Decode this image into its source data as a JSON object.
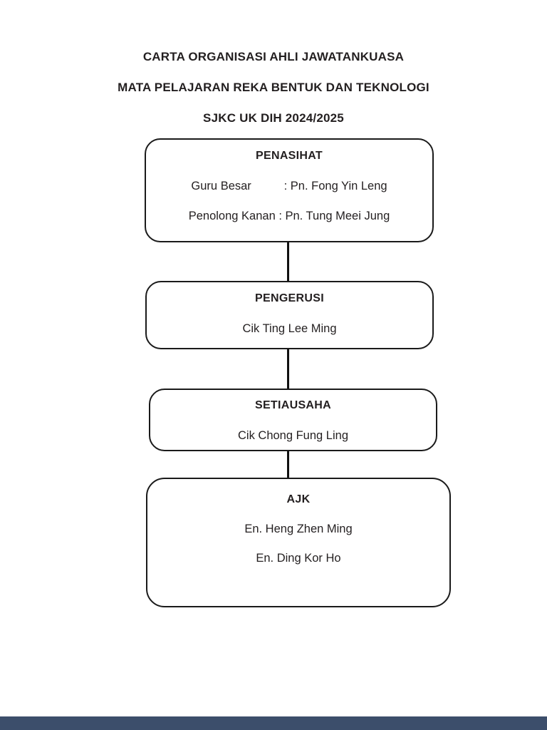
{
  "header": {
    "lines": [
      "CARTA ORGANISASI AHLI JAWATANKUASA",
      "MATA PELAJARAN REKA BENTUK DAN TEKNOLOGI",
      "SJKC UK DIH 2024/2025"
    ]
  },
  "org_chart": {
    "nodes": [
      {
        "heading": "PENASIHAT",
        "lines": [
          "Guru Besar          : Pn. Fong Yin Leng",
          "Penolong Kanan : Pn. Tung Meei Jung"
        ]
      },
      {
        "heading": "PENGERUSI",
        "lines": [
          "Cik Ting Lee Ming"
        ]
      },
      {
        "heading": "SETIAUSAHA",
        "lines": [
          "Cik Chong Fung Ling"
        ]
      },
      {
        "heading": "AJK",
        "lines": [
          "En. Heng Zhen Ming",
          "En. Ding Kor Ho"
        ]
      }
    ]
  },
  "colors": {
    "text": "#231f20",
    "box_border": "#1a1a1a",
    "connector": "#111111",
    "page_background": "#ffffff",
    "footer_bar": "#3c4e6b"
  }
}
